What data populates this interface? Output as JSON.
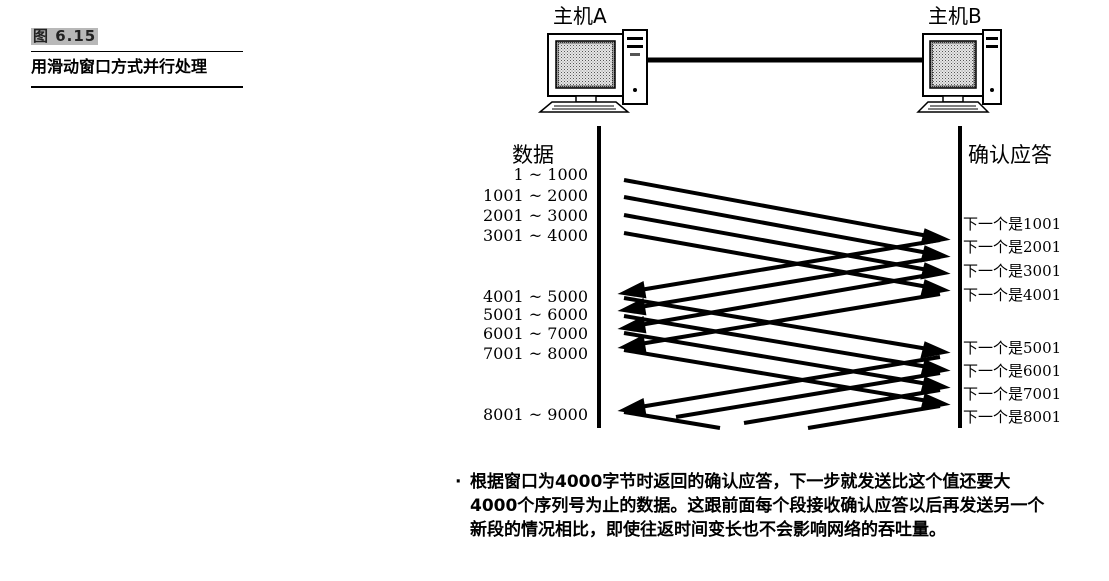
{
  "figure": {
    "label": "图 6.15",
    "title": "用滑动窗口方式并行处理"
  },
  "diagram": {
    "host_a": "主机A",
    "host_b": "主机B",
    "data_heading": "数据",
    "ack_heading": "确认应答",
    "segments": [
      "1 ~ 1000",
      "1001 ~ 2000",
      "2001 ~ 3000",
      "3001 ~ 4000",
      "4001 ~ 5000",
      "5001 ~ 6000",
      "6001 ~ 7000",
      "7001 ~ 8000",
      "8001 ~ 9000"
    ],
    "ack_prefix": "下一个是",
    "acks": [
      "1001",
      "2001",
      "3001",
      "4001",
      "5001",
      "6001",
      "7001",
      "8001"
    ]
  },
  "note": {
    "bullet": "·",
    "text": "根据窗口为4000字节时返回的确认应答，下一步就发送比这个值还要大4000个序列号为止的数据。这跟前面每个段接收确认应答以后再发送另一个新段的情况相比，即使往返时间变长也不会影响网络的吞吐量。"
  }
}
